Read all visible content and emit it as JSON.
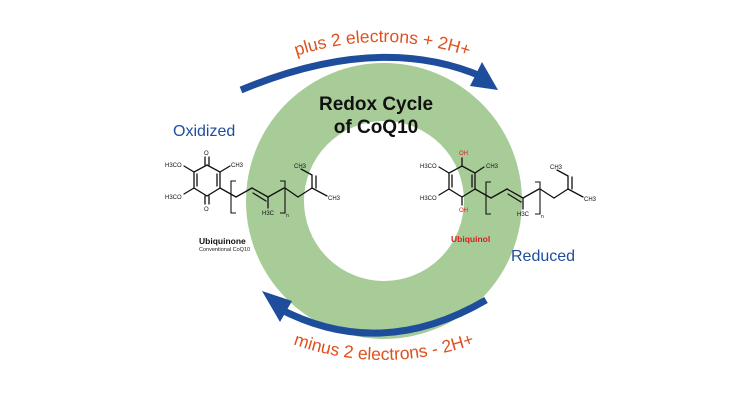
{
  "title": {
    "line1": "Redox Cycle",
    "line2": "of CoQ10"
  },
  "top_arrow_label": "plus 2 electrons + 2H+",
  "bottom_arrow_label": "minus 2 electrons - 2H+",
  "oxidized_label": "Oxidized",
  "reduced_label": "Reduced",
  "ubiquinone": {
    "name": "Ubiquinone",
    "subtitle": "Conventional CoQ10",
    "atoms": {
      "methoxy": "H3CO",
      "ketone": "O",
      "methyl": "CH3",
      "ring_methyl": "H3C",
      "repeat": "n"
    }
  },
  "ubiquinol": {
    "name": "Ubiquinol",
    "atoms": {
      "methoxy": "H3CO",
      "hydroxyl": "OH",
      "methyl": "CH3",
      "ring_methyl": "H3C",
      "repeat": "n"
    }
  },
  "colors": {
    "ring": "#a8cc98",
    "arrow": "#1e4d9c",
    "arrow_label": "#e0501e",
    "state_label": "#1e4d9c",
    "hydroxyl": "#d42020",
    "ubiquinol_name": "#d42020"
  }
}
